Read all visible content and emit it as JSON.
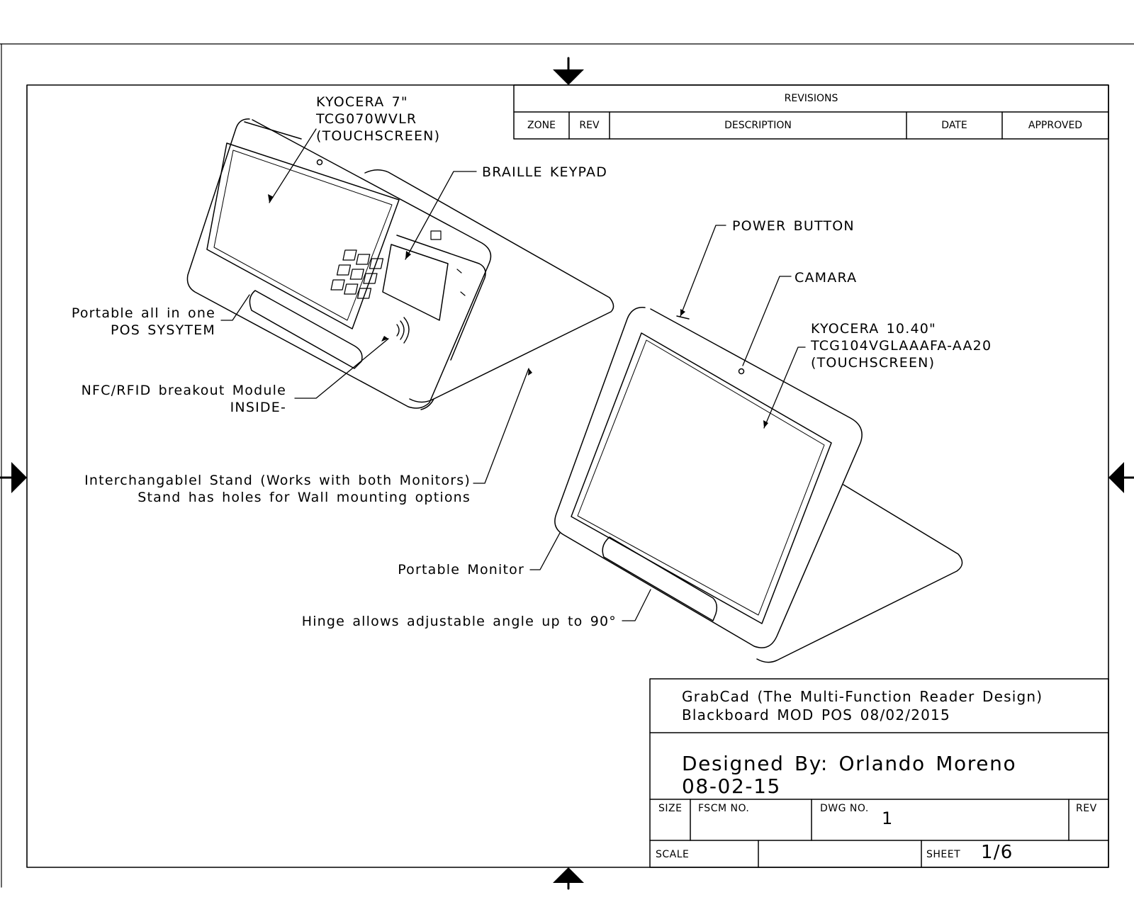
{
  "revisions": {
    "title": "REVISIONS",
    "columns": [
      "ZONE",
      "REV",
      "DESCRIPTION",
      "DATE",
      "APPROVED"
    ]
  },
  "callouts": {
    "small_screen": [
      "KYOCERA 7\"",
      "TCG070WVLR",
      "(TOUCHSCREEN)"
    ],
    "braille_keypad": "BRAILLE KEYPAD",
    "pos_system": [
      "Portable all in one",
      "POS SYSYTEM"
    ],
    "nfc_module": [
      "NFC/RFID breakout Module",
      "INSIDE-"
    ],
    "stand": [
      "Interchangablel Stand (Works with both Monitors)",
      "Stand has holes for Wall mounting options"
    ],
    "power_button": "POWER BUTTON",
    "camera": "CAMARA",
    "large_screen": [
      "KYOCERA 10.40\"",
      "TCG104VGLAAAFA-AA20",
      "(TOUCHSCREEN)"
    ],
    "portable_monitor": "Portable Monitor",
    "hinge": "Hinge allows adjustable angle up to  90°"
  },
  "title_block": {
    "title_line1": "GrabCad (The Multi-Function Reader Design)",
    "title_line2": "Blackboard MOD POS 08/02/2015",
    "designer_line1": "Designed By: Orlando Moreno",
    "designer_line2": "08-02-15",
    "size_label": "SIZE",
    "fscm_label": "FSCM NO.",
    "dwg_label": "DWG NO.",
    "dwg_value": "1",
    "rev_label": "REV",
    "scale_label": "SCALE",
    "sheet_label": "SHEET",
    "sheet_value": "1/6"
  }
}
